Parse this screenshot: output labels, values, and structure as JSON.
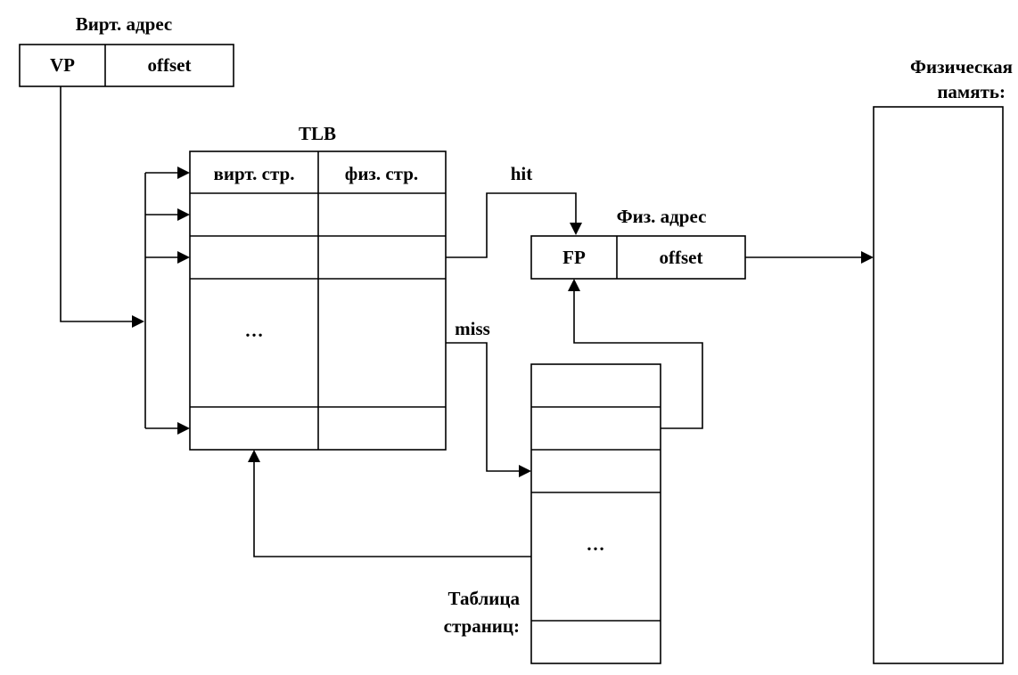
{
  "virtual_address": {
    "title": "Вирт. адрес",
    "fields": [
      "VP",
      "offset"
    ]
  },
  "tlb": {
    "title": "TLB",
    "headers": [
      "вирт. стр.",
      "физ. стр."
    ],
    "ellipsis": "…"
  },
  "physical_address": {
    "title": "Физ. адрес",
    "fields": [
      "FP",
      "offset"
    ]
  },
  "page_table": {
    "title_line1": "Таблица",
    "title_line2": "страниц:",
    "ellipsis": "…"
  },
  "physical_memory": {
    "title_line1": "Физическая",
    "title_line2": "память:"
  },
  "edges": {
    "hit": "hit",
    "miss": "miss"
  }
}
